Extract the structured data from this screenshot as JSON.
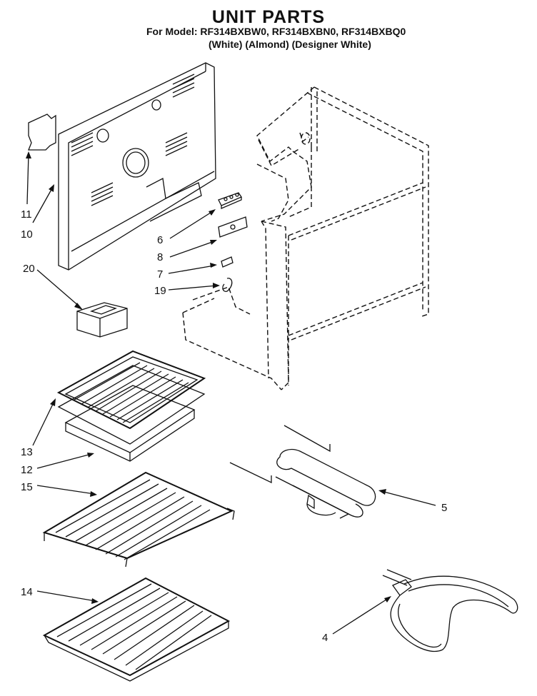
{
  "header": {
    "title": "UNIT PARTS",
    "models_line": "For Model: RF314BXBW0, RF314BXBN0, RF314BXBQ0",
    "colors_line": "(White) (Almond) (Designer White)"
  },
  "callouts": {
    "c11": "11",
    "c10": "10",
    "c6": "6",
    "c8": "8",
    "c7": "7",
    "c19": "19",
    "c20": "20",
    "c13": "13",
    "c12": "12",
    "c15": "15",
    "c5": "5",
    "c14": "14",
    "c4": "4"
  }
}
